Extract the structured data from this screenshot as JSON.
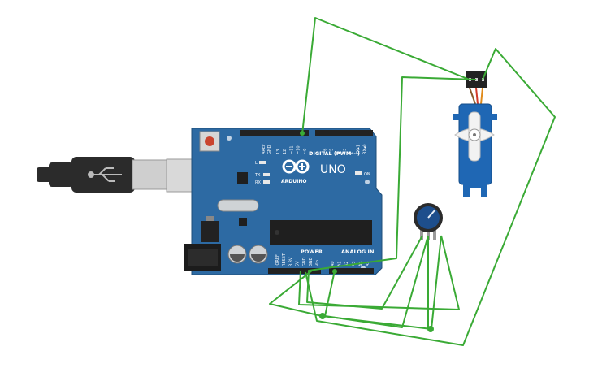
{
  "board": {
    "digital_label": "DIGITAL (PWM ~)",
    "aref": "AREF",
    "gnd": "GND",
    "digital_pins": [
      "13",
      "12",
      "~11",
      "~10",
      "~9",
      "8",
      "7",
      "~6",
      "~5",
      "4",
      "~3",
      "2",
      "TX▸1",
      "RX◂0"
    ],
    "led_l": "L",
    "led_tx": "TX",
    "led_rx": "RX",
    "led_on": "ON",
    "model": "UNO",
    "brand": "ARDUINO",
    "power_label": "POWER",
    "analog_label": "ANALOG IN",
    "power_pins": [
      "IOREF",
      "RESET",
      "3.3V",
      "5V",
      "GND",
      "GND",
      "Vin"
    ],
    "analog_pins": [
      "A0",
      "A1",
      "A2",
      "A3",
      "A4",
      "A5"
    ]
  },
  "colors": {
    "board": "#2d6aa3",
    "wire": "#3aaa35",
    "servo": "#1f67b4",
    "knob": "#1d4e8c",
    "cable": "#2b2b2b"
  }
}
